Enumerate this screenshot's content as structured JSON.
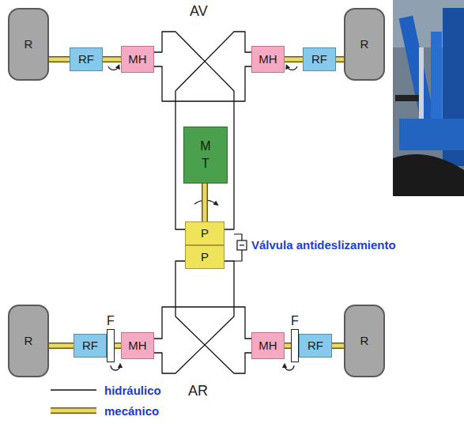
{
  "diagram": {
    "nodes": [
      {
        "text": [
          "R"
        ]
      },
      {
        "text": [
          "RF"
        ]
      },
      {
        "text": [
          "MH"
        ]
      },
      {
        "text": [
          "MH"
        ]
      },
      {
        "text": [
          "RF"
        ]
      },
      {
        "text": [
          "R"
        ]
      },
      {
        "text": [
          "M T"
        ]
      },
      {
        "text": [
          "P"
        ]
      },
      {
        "text": [
          "P"
        ]
      },
      {
        "text": [
          "R"
        ]
      },
      {
        "text": [
          "RF"
        ]
      },
      {
        "text": [
          "F"
        ]
      },
      {
        "text": [
          "MH"
        ]
      },
      {
        "text": [
          "MH"
        ]
      },
      {
        "text": [
          "F"
        ]
      },
      {
        "text": [
          "RF"
        ]
      },
      {
        "text": [
          "R"
        ]
      }
    ],
    "edges": [
      {
        "from": 0,
        "to": 1,
        "arrow": "none"
      },
      {
        "from": 1,
        "to": 2,
        "arrow": "none"
      },
      {
        "from": 3,
        "to": 4,
        "arrow": "none"
      },
      {
        "from": 4,
        "to": 5,
        "arrow": "none"
      },
      {
        "from": 6,
        "to": 7,
        "arrow": "none"
      },
      {
        "from": 7,
        "to": 2,
        "arrow": "none"
      },
      {
        "from": 7,
        "to": 3,
        "arrow": "none"
      },
      {
        "from": 2,
        "to": 3,
        "arrow": "none"
      },
      {
        "from": 9,
        "to": 10,
        "arrow": "none"
      },
      {
        "from": 11,
        "to": 12,
        "arrow": "none"
      },
      {
        "from": 13,
        "to": 14,
        "arrow": "none"
      },
      {
        "from": 15,
        "to": 16,
        "arrow": "none"
      },
      {
        "from": 8,
        "to": 12,
        "arrow": "none"
      },
      {
        "from": 8,
        "to": 13,
        "arrow": "none"
      },
      {
        "from": 12,
        "to": 13,
        "arrow": "none"
      }
    ],
    "labels": [
      "AV",
      "Válvula antideslizamiento",
      "AR"
    ],
    "legend": [
      {
        "text": "hidráulico"
      },
      {
        "text": "mecánico"
      }
    ]
  }
}
